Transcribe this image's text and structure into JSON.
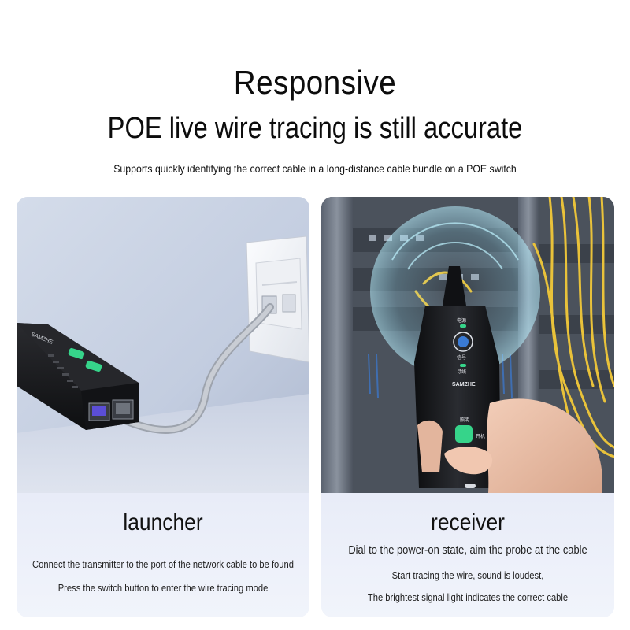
{
  "hero": {
    "headline": "Responsive",
    "subhead": "POE live wire tracing is still accurate",
    "tagline": "Supports quickly identifying the correct cable in a long-distance cable bundle on a POE switch"
  },
  "launcher": {
    "title": "launcher",
    "lines": [
      "Connect the transmitter to the port of the network cable to be found",
      "Press the switch button to enter the wire tracing mode"
    ],
    "device_brand": "SAMZHE"
  },
  "receiver": {
    "title": "receiver",
    "lines": [
      "Dial to the power-on state, aim the probe at the cable",
      "Start tracing the wire, sound is loudest,",
      "The brightest signal light indicates the correct cable"
    ],
    "device_brand": "SAMZHE",
    "label_power": "电源",
    "label_signal": "信号",
    "label_trace": "寻线",
    "label_light": "照明",
    "label_on": "开机"
  },
  "colors": {
    "accent_green": "#36d48a",
    "device_body": "#1b1c1f",
    "cable_yellow": "#e9c23a",
    "signal_blue": "#3a7bd5"
  }
}
